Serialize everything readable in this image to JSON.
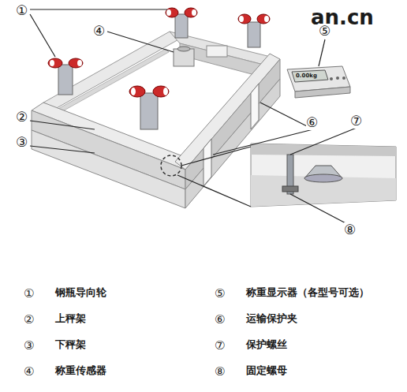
{
  "diagram": {
    "labels": [
      "an.cn",
      "①",
      "④",
      "⑤",
      "⑥",
      "⑦",
      "②",
      "③",
      "0.00kg",
      "⑧",
      "①",
      "钢瓶导向轮",
      "⑤",
      "称重显示器（各型号可选）",
      "②",
      "上秤架",
      "⑥",
      "运输保护夹",
      "③",
      "下秤架",
      "⑦",
      "保护螺丝",
      "④",
      "称重传感器",
      "⑧",
      "固定螺母"
    ]
  }
}
